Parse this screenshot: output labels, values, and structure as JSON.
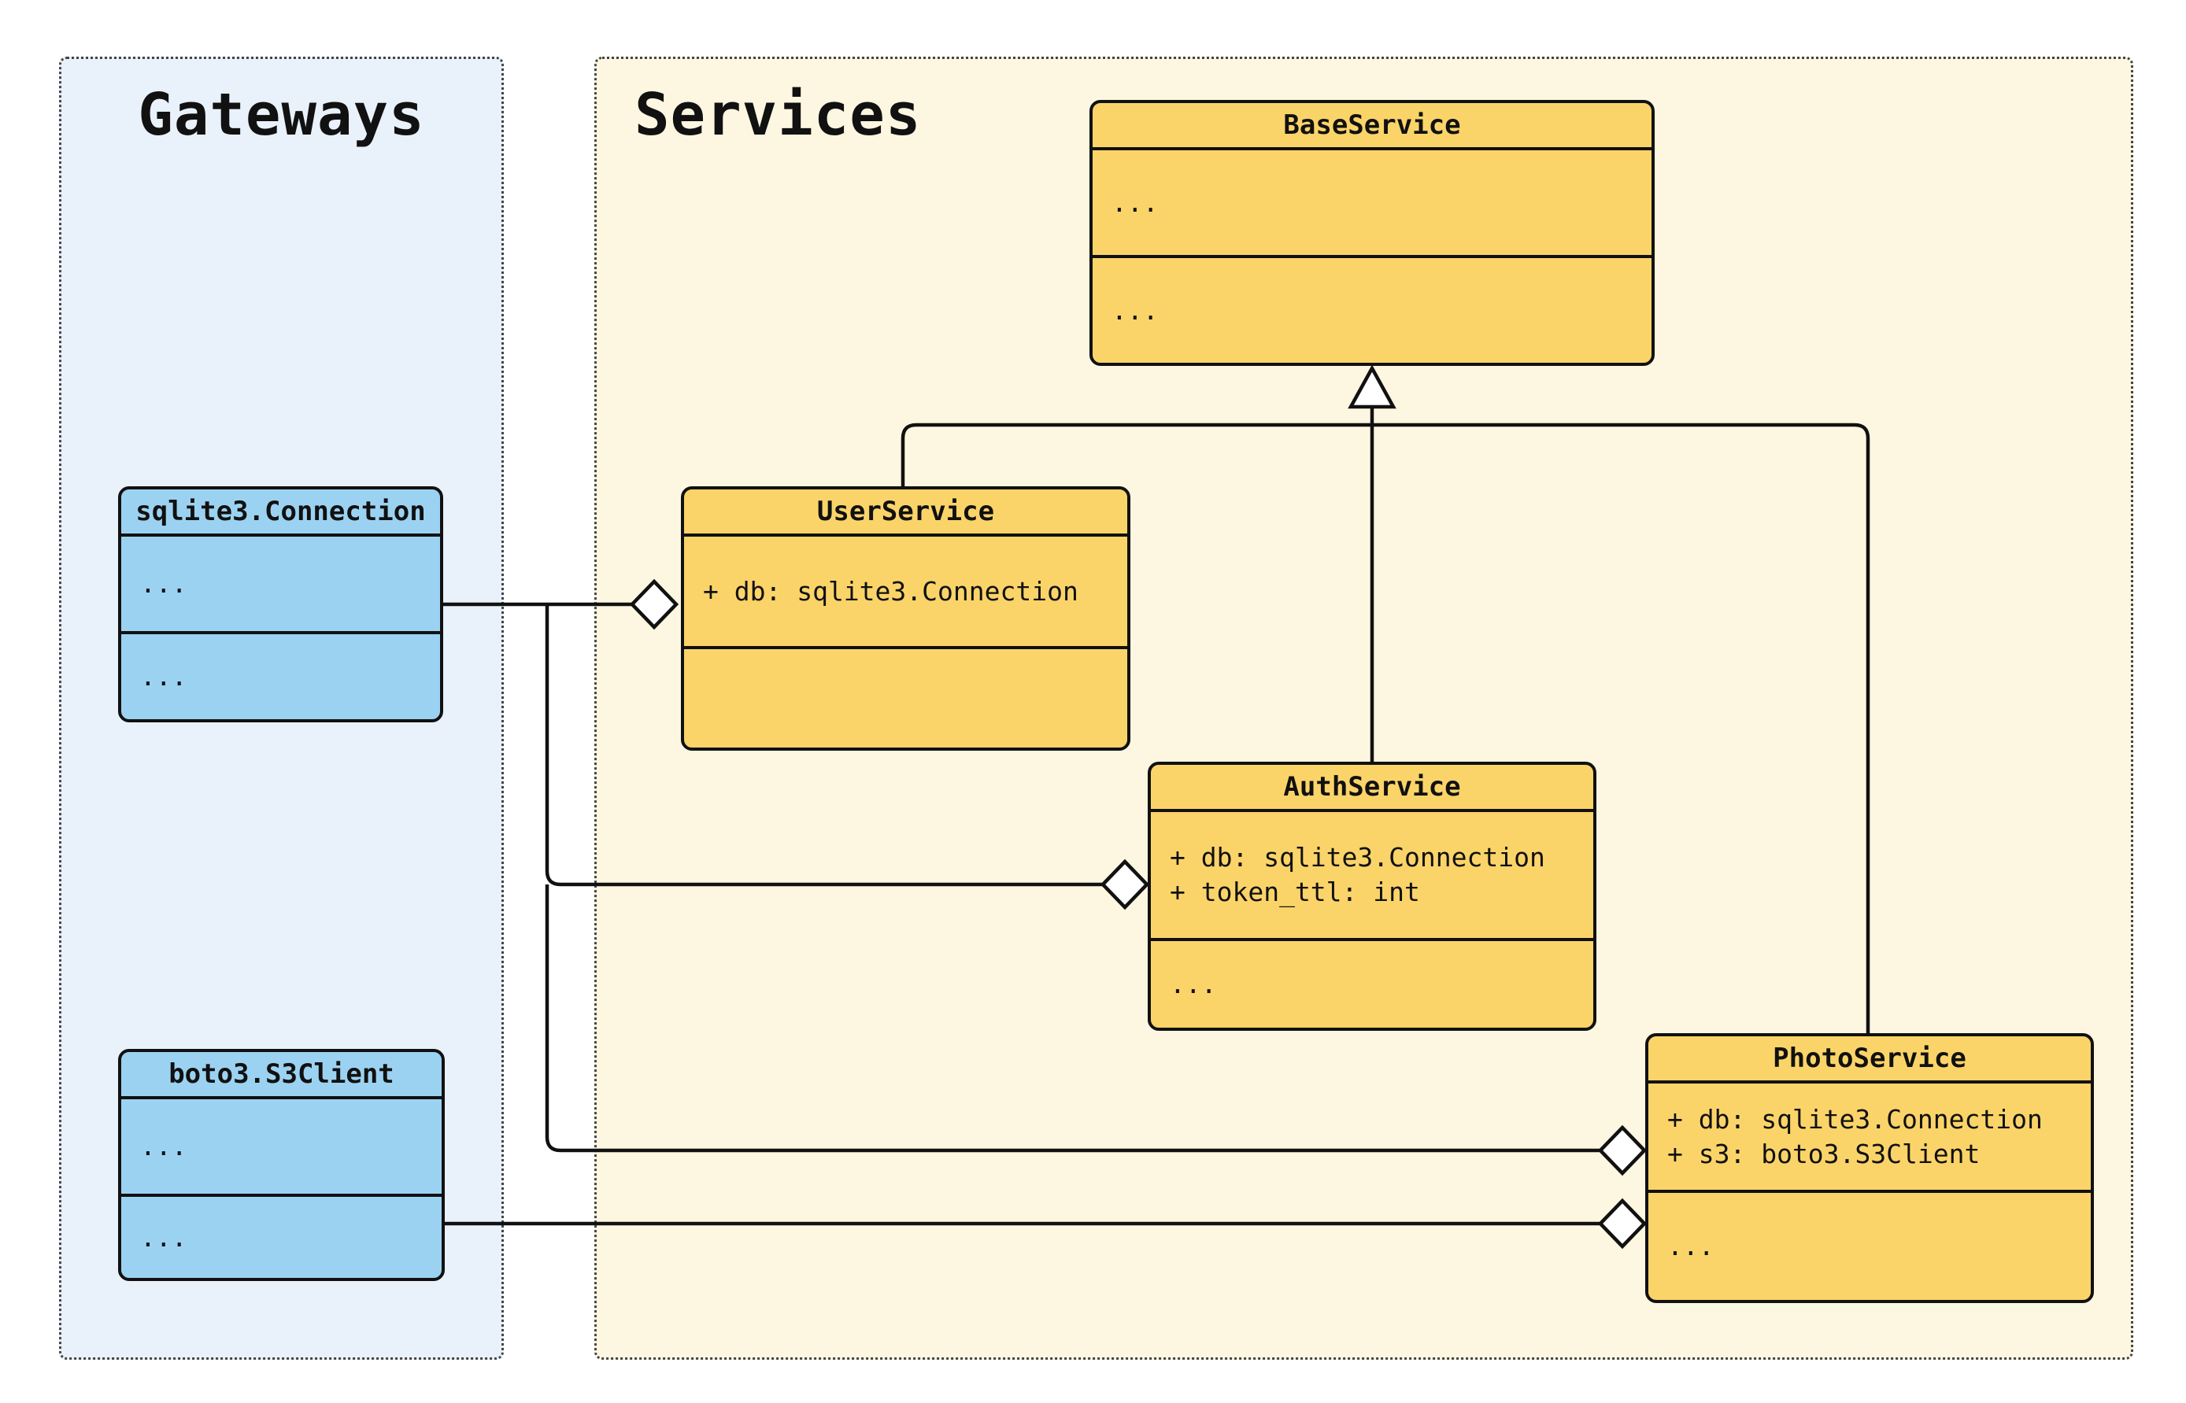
{
  "panels": {
    "gateways": {
      "title": "Gateways"
    },
    "services": {
      "title": "Services"
    }
  },
  "classes": {
    "base": {
      "title": "BaseService",
      "attrs": [
        "..."
      ],
      "methods": [
        "..."
      ]
    },
    "user": {
      "title": "UserService",
      "attrs": [
        "+ db: sqlite3.Connection"
      ],
      "methods": []
    },
    "auth": {
      "title": "AuthService",
      "attrs": [
        "+ db: sqlite3.Connection",
        "+ token_ttl: int"
      ],
      "methods": [
        "..."
      ]
    },
    "photo": {
      "title": "PhotoService",
      "attrs": [
        "+ db: sqlite3.Connection",
        "+ s3: boto3.S3Client"
      ],
      "methods": [
        "..."
      ]
    },
    "sqlite": {
      "title": "sqlite3.Connection",
      "attrs": [
        "..."
      ],
      "methods": [
        "..."
      ]
    },
    "boto": {
      "title": "boto3.S3Client",
      "attrs": [
        "..."
      ],
      "methods": [
        "..."
      ]
    }
  },
  "relationships": [
    {
      "type": "inheritance",
      "from": "UserService",
      "to": "BaseService"
    },
    {
      "type": "inheritance",
      "from": "AuthService",
      "to": "BaseService"
    },
    {
      "type": "inheritance",
      "from": "PhotoService",
      "to": "BaseService"
    },
    {
      "type": "aggregation",
      "from": "sqlite3.Connection",
      "to": "UserService"
    },
    {
      "type": "aggregation",
      "from": "sqlite3.Connection",
      "to": "AuthService"
    },
    {
      "type": "aggregation",
      "from": "sqlite3.Connection",
      "to": "PhotoService"
    },
    {
      "type": "aggregation",
      "from": "boto3.S3Client",
      "to": "PhotoService"
    }
  ],
  "colors": {
    "serviceFill": "#fbd469",
    "gatewayFill": "#9cd2f1",
    "servicesBg": "#fdf6e1",
    "gatewaysBg": "#e9f1fa",
    "stroke": "#111111",
    "shapeFill": "#ffffff"
  }
}
